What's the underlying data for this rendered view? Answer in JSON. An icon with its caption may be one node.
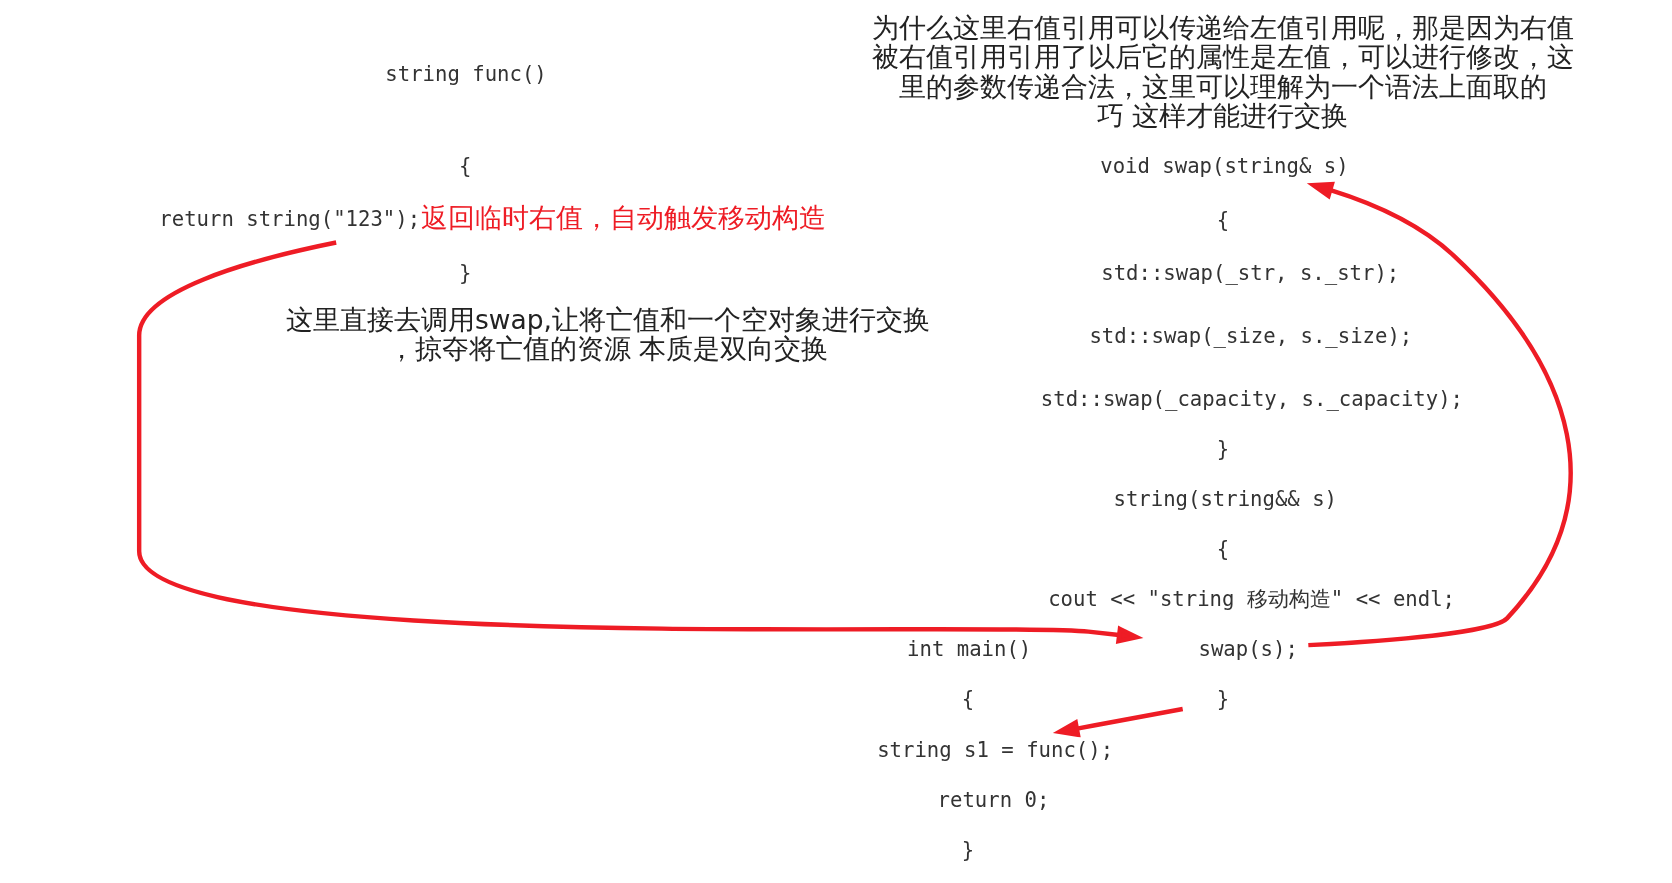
{
  "diagram": {
    "nodes": [
      {
        "text": [
          "void swap(string& s)"
        ]
      },
      {
        "text": [
          "{"
        ]
      },
      {
        "text": [
          "std::swap(_str, s._str);"
        ]
      },
      {
        "text": [
          "std::swap(_size, s._size);"
        ]
      },
      {
        "text": [
          "std::swap(_capacity, s._capacity);"
        ]
      },
      {
        "text": [
          "}"
        ]
      },
      {
        "text": [
          "string(string&& s)"
        ]
      },
      {
        "text": [
          "{"
        ]
      },
      {
        "text": [
          "cout << \"string 移动构造\" << endl;"
        ]
      },
      {
        "text": [
          "swap(s);"
        ]
      },
      {
        "text": [
          "}"
        ]
      },
      {
        "text": [
          "string func()"
        ]
      },
      {
        "text": [
          "{"
        ]
      },
      {
        "text": [
          "return string(\"123\");"
        ],
        "beside": [
          "返回临时右值，自动触发移动构造"
        ]
      },
      {
        "text": [
          "}"
        ]
      },
      {
        "text": [
          "int main()"
        ]
      },
      {
        "text": [
          "{"
        ]
      },
      {
        "text": [
          "string s1 = func();"
        ]
      },
      {
        "text": [
          "return 0;"
        ]
      },
      {
        "text": [
          "}"
        ]
      }
    ],
    "edges": [
      {
        "from": 9,
        "to": 0,
        "arrow": "to"
      },
      {
        "from": 13,
        "to": 9,
        "arrow": "to"
      },
      {
        "from": 10,
        "to": 17,
        "arrow": "to"
      }
    ],
    "labels": [
      "为什么这里右值引用可以传递给左值引用呢，那是因为右值被右值引用引用了以后它的属性是左值，可以进行修改，这里的参数传递合法，这里可以理解为一个语法上面取的巧 这样才能进行交换",
      "这里直接去调用swap,让将亡值和一个空对象进行交换，掠夺将亡值的资源 本质是双向交换"
    ]
  }
}
